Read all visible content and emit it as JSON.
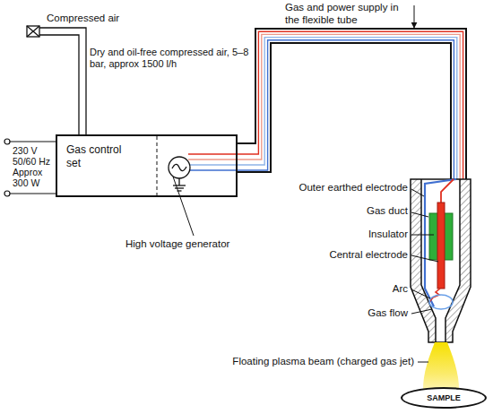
{
  "diagram": {
    "nodes": [
      {
        "text": [
          "Gas control set"
        ]
      },
      {
        "text": [
          "SAMPLE"
        ]
      }
    ],
    "labels": [
      "Compressed air",
      "Gas and power supply in the flexible tube",
      "Dry and oil-free compressed air, 5–8 bar, approx 1500 l/h",
      "230 V 50/60 Hz Approx 300 W",
      "High voltage generator",
      "Outer earthed electrode",
      "Gas duct",
      "Insulator",
      "Central electrode",
      "Arc",
      "Gas flow",
      "Floating plasma beam (charged gas jet)"
    ]
  }
}
